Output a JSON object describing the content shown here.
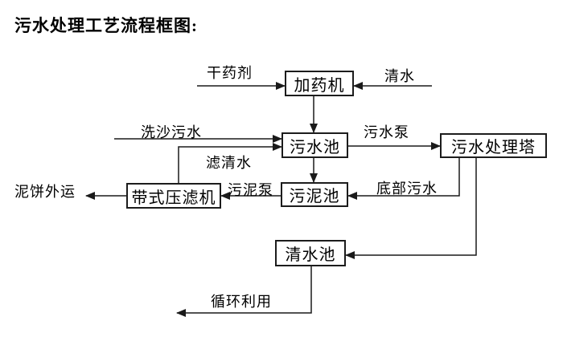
{
  "title": "污水处理工艺流程框图:",
  "nodes": {
    "dosing_machine": {
      "label": "加药机"
    },
    "sewage_pool": {
      "label": "污水池"
    },
    "treatment_tower": {
      "label": "污水处理塔"
    },
    "sludge_pool": {
      "label": "污泥池"
    },
    "belt_filter_press": {
      "label": "带式压滤机"
    },
    "clean_water_pool": {
      "label": "清水池"
    }
  },
  "flow_labels": {
    "dry_agent": "干药剂",
    "clean_water": "清水",
    "sand_washing_sewage": "洗沙污水",
    "sewage_pump": "污水泵",
    "filtered_water": "滤清水",
    "sludge_pump": "污泥泵",
    "bottom_sewage": "底部污水",
    "mud_cake_out": "泥饼外运",
    "recycle": "循环利用"
  },
  "colors": {
    "line": "#1a1a1a",
    "text": "#000000",
    "background": "#ffffff"
  }
}
